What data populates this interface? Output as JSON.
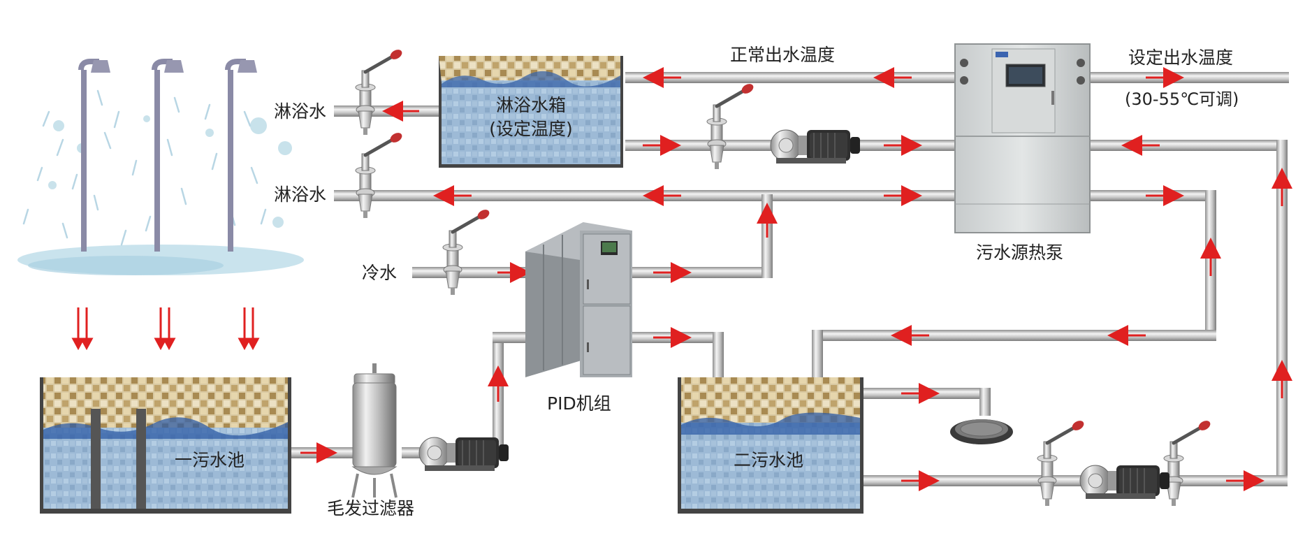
{
  "labels": {
    "shower_water_top": "淋浴水",
    "shower_water_mid": "淋浴水",
    "cold_water": "冷水",
    "shower_tank_line1": "淋浴水箱",
    "shower_tank_line2": "(设定温度)",
    "normal_outlet_temp": "正常出水温度",
    "set_outlet_temp": "设定出水温度",
    "adjustable_range": "(30-55℃可调)",
    "heat_pump": "污水源热泵",
    "pid_unit": "PID机组",
    "sewage_pool_1": "一污水池",
    "sewage_pool_2": "二污水池",
    "hair_filter": "毛发过滤器"
  },
  "colors": {
    "pipe": "#b9b9b9",
    "pipe_highlight": "#f2f2f2",
    "arrow": "#e02020",
    "water": "#a9c4dc",
    "tile_top": "#d8c7a0",
    "tank_wall": "#4a4a4a",
    "heat_pump_body": "#cfd3d3",
    "pid_body": "#a9aeb2"
  },
  "icons": [
    "shower-icon",
    "valve-icon",
    "pump-icon",
    "filter-tank-icon",
    "manhole-cover-icon",
    "heat-pump-unit-icon",
    "pid-cabinet-icon"
  ]
}
